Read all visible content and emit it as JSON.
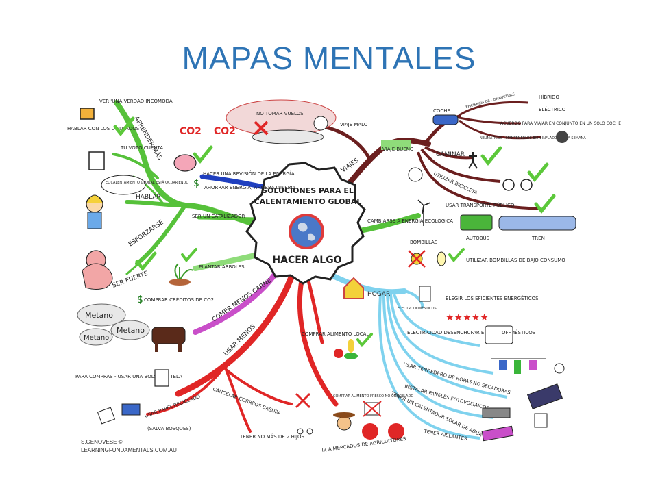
{
  "slide": {
    "title": "MAPAS MENTALES"
  },
  "center": {
    "line1": "SOLUCIONES PARA EL",
    "line2": "CALENTAMIENTO GLOBAL",
    "line3": "HACER ALGO"
  },
  "branches": {
    "aprender_mas": "APRENDER MÁS",
    "verdad_incomoda": "VER 'UNA VERDAD INCÓMODA'",
    "hablar_diputados": "HABLAR CON LOS DIPUTADOS",
    "tu_voto": "TU VOTO CUENTA",
    "hablar": "HABLAR",
    "speech": "EL CALENTAMIENTO GLOBAL ESTÁ OCURRIENDO",
    "esforzarse": "ESFORZARSE",
    "ser_fuerte": "SER FUERTE",
    "revision": "HACER UNA REVISIÓN DE LA ENERGÍA",
    "ahorrar": "AHORRAR ENERGÍA, AHORRA DINERO",
    "catalizador": "SER UN CATALIZADOR",
    "plantar": "PLANTAR ÁRBOLES",
    "comprar_creditos": "COMPRAR CRÉDITOS DE CO2",
    "comer_menos": "COMER MENOS CARNE",
    "metano": "Metano",
    "usar_menos": "USAR MENOS",
    "bolsa_tela": "PARA COMPRAS - USAR UNA BOLSA DE TELA",
    "papel_reciclado": "USAR PAPEL RECICLADO",
    "salva_bosques": "(SALVA BOSQUES)",
    "cancelar_correos": "CANCELAR CORREOS BASURA",
    "no_mas_hijos": "TENER NO MÁS DE 2 HIJOS",
    "comprar_local": "COMPRAR ALIMENTO LOCAL",
    "fresco": "COMPRAR ALIMENTO FRESCO NO CONGELADO",
    "mercados": "IR A MERCADOS DE AGRICULTORES",
    "no_vuelos": "NO TOMAR VUELOS",
    "co2": "CO2",
    "viajes": "VIAJES",
    "viaje_malo": "VIAJE MALO",
    "viaje_bueno": "VIAJE BUENO",
    "coche": "COCHE",
    "eficiencia": "EFICIENCIA DE COMBUSTIBLE",
    "hibrido": "HÍBRIDO",
    "electrico": "ELÉCTRICO",
    "acuerdo": "ACUERDO PARA VIAJAR EN CONJUNTO EN UN SOLO COCHE",
    "neumaticos": "NEUMÁTICOS - MANTENERLOS BIEN INFLADOS CADA SEMANA",
    "caminar": "CAMINAR",
    "bicicleta": "UTILIZAR BICICLETA",
    "transporte": "USAR TRANSPORTE PÚBLICO",
    "autobus": "AUTOBÚS",
    "tren": "TREN",
    "cambiarse": "CAMBIARSE A ENERGÍA ECOLÓGICA",
    "bombillas": "BOMBILLAS",
    "bajo_consumo": "UTILIZAR BOMBILLAS DE BAJO CONSUMO",
    "hogar": "HOGAR",
    "electrodomesticos": "ELECTRODOMÉSTICOS",
    "elegir": "ELEGIR LOS EFICIENTES ENERGÉTICOS",
    "electricidad": "ELECTRICIDAD DESENCHUFAR ELECTRODOMÉSTICOS",
    "off": "OFF",
    "tendedero": "USAR TENDEDERO DE ROPAS NO SECADORAS",
    "paneles": "INSTALAR PANELES FOTOVOLTAICOS",
    "calentador": "TENER UN CALENTADOR SOLAR DE AGUA",
    "aislantes": "TENER AISLANTES"
  },
  "credit": {
    "author": "S.GENOVESE ©",
    "site": "LEARNINGFUNDAMENTALS.COM.AU"
  },
  "colors": {
    "title": "#2e74b5",
    "green": "#56c13a",
    "blue": "#1f3fbf",
    "lightgreen": "#8fdc7a",
    "magenta": "#c94fc9",
    "red": "#e02626",
    "cyan": "#7fd2ee",
    "brown": "#6b1f1f",
    "check": "#5cc83a"
  }
}
